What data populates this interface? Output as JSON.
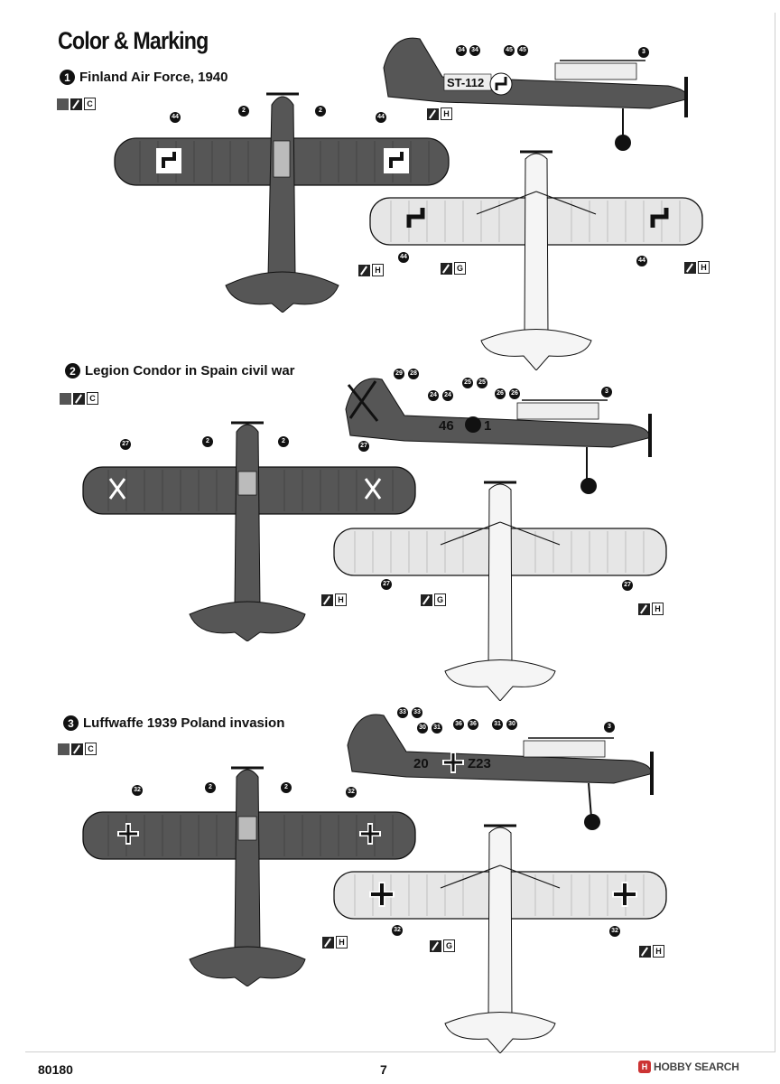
{
  "page": {
    "title": "Color & Marking",
    "model_number": "80180",
    "page_number": "7",
    "watermark": "HOBBY SEARCH"
  },
  "sections": [
    {
      "number": "1",
      "label": "Finland Air Force, 1940",
      "legend_code": "C",
      "side": {
        "tail_code": "ST-112"
      },
      "callouts_top": [
        "44",
        "2",
        "2",
        "44"
      ],
      "callouts_side": [
        "34",
        "34",
        "45",
        "45",
        "3"
      ],
      "callouts_under": [
        "44",
        "44"
      ],
      "legend_under": [
        "H",
        "G",
        "H"
      ]
    },
    {
      "number": "2",
      "label": "Legion Condor in Spain civil war",
      "legend_code": "C",
      "side": {
        "tail_code": "46",
        "code_suffix": "1"
      },
      "callouts_top": [
        "27",
        "2",
        "2",
        "27"
      ],
      "callouts_side": [
        "29",
        "28",
        "24",
        "24",
        "25",
        "25",
        "26",
        "26",
        "3"
      ],
      "callouts_under": [
        "27",
        "27"
      ],
      "legend_under": [
        "H",
        "G",
        "H"
      ]
    },
    {
      "number": "3",
      "label": "Luffwaffe 1939 Poland invasion",
      "legend_code": "C",
      "side": {
        "tail_code": "20",
        "code_suffix": "Z23"
      },
      "callouts_top": [
        "32",
        "2",
        "2",
        "32"
      ],
      "callouts_side": [
        "33",
        "33",
        "30",
        "31",
        "36",
        "36",
        "31",
        "30",
        "3"
      ],
      "callouts_under": [
        "32",
        "32"
      ],
      "legend_under": [
        "H",
        "G",
        "H"
      ]
    }
  ],
  "colors": {
    "dark_grey": "#565656",
    "light_grey": "#e6e6e6",
    "ink": "#111111"
  }
}
